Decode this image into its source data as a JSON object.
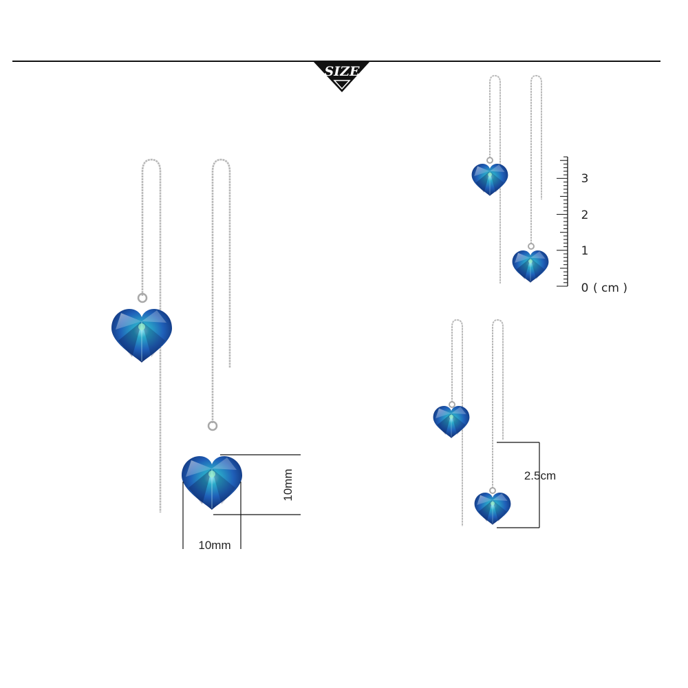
{
  "banner": {
    "label": "SIZE"
  },
  "measurements": {
    "heart_height": "10mm",
    "heart_width": "10mm",
    "drop_length": "2.5cm"
  },
  "ruler": {
    "labels": [
      "3",
      "2",
      "1",
      "0"
    ],
    "unit": "( cm )"
  },
  "colors": {
    "background": "#ffffff",
    "line": "#111111",
    "silver_chain": "#b9b9b9",
    "crystal_dark": "#0b1f5c",
    "crystal_mid": "#1f5fb8",
    "crystal_light": "#6ec9ea"
  },
  "icons": {
    "product": "heart-crystal-threader-earring",
    "banner_shape": "inverted-triangle"
  }
}
